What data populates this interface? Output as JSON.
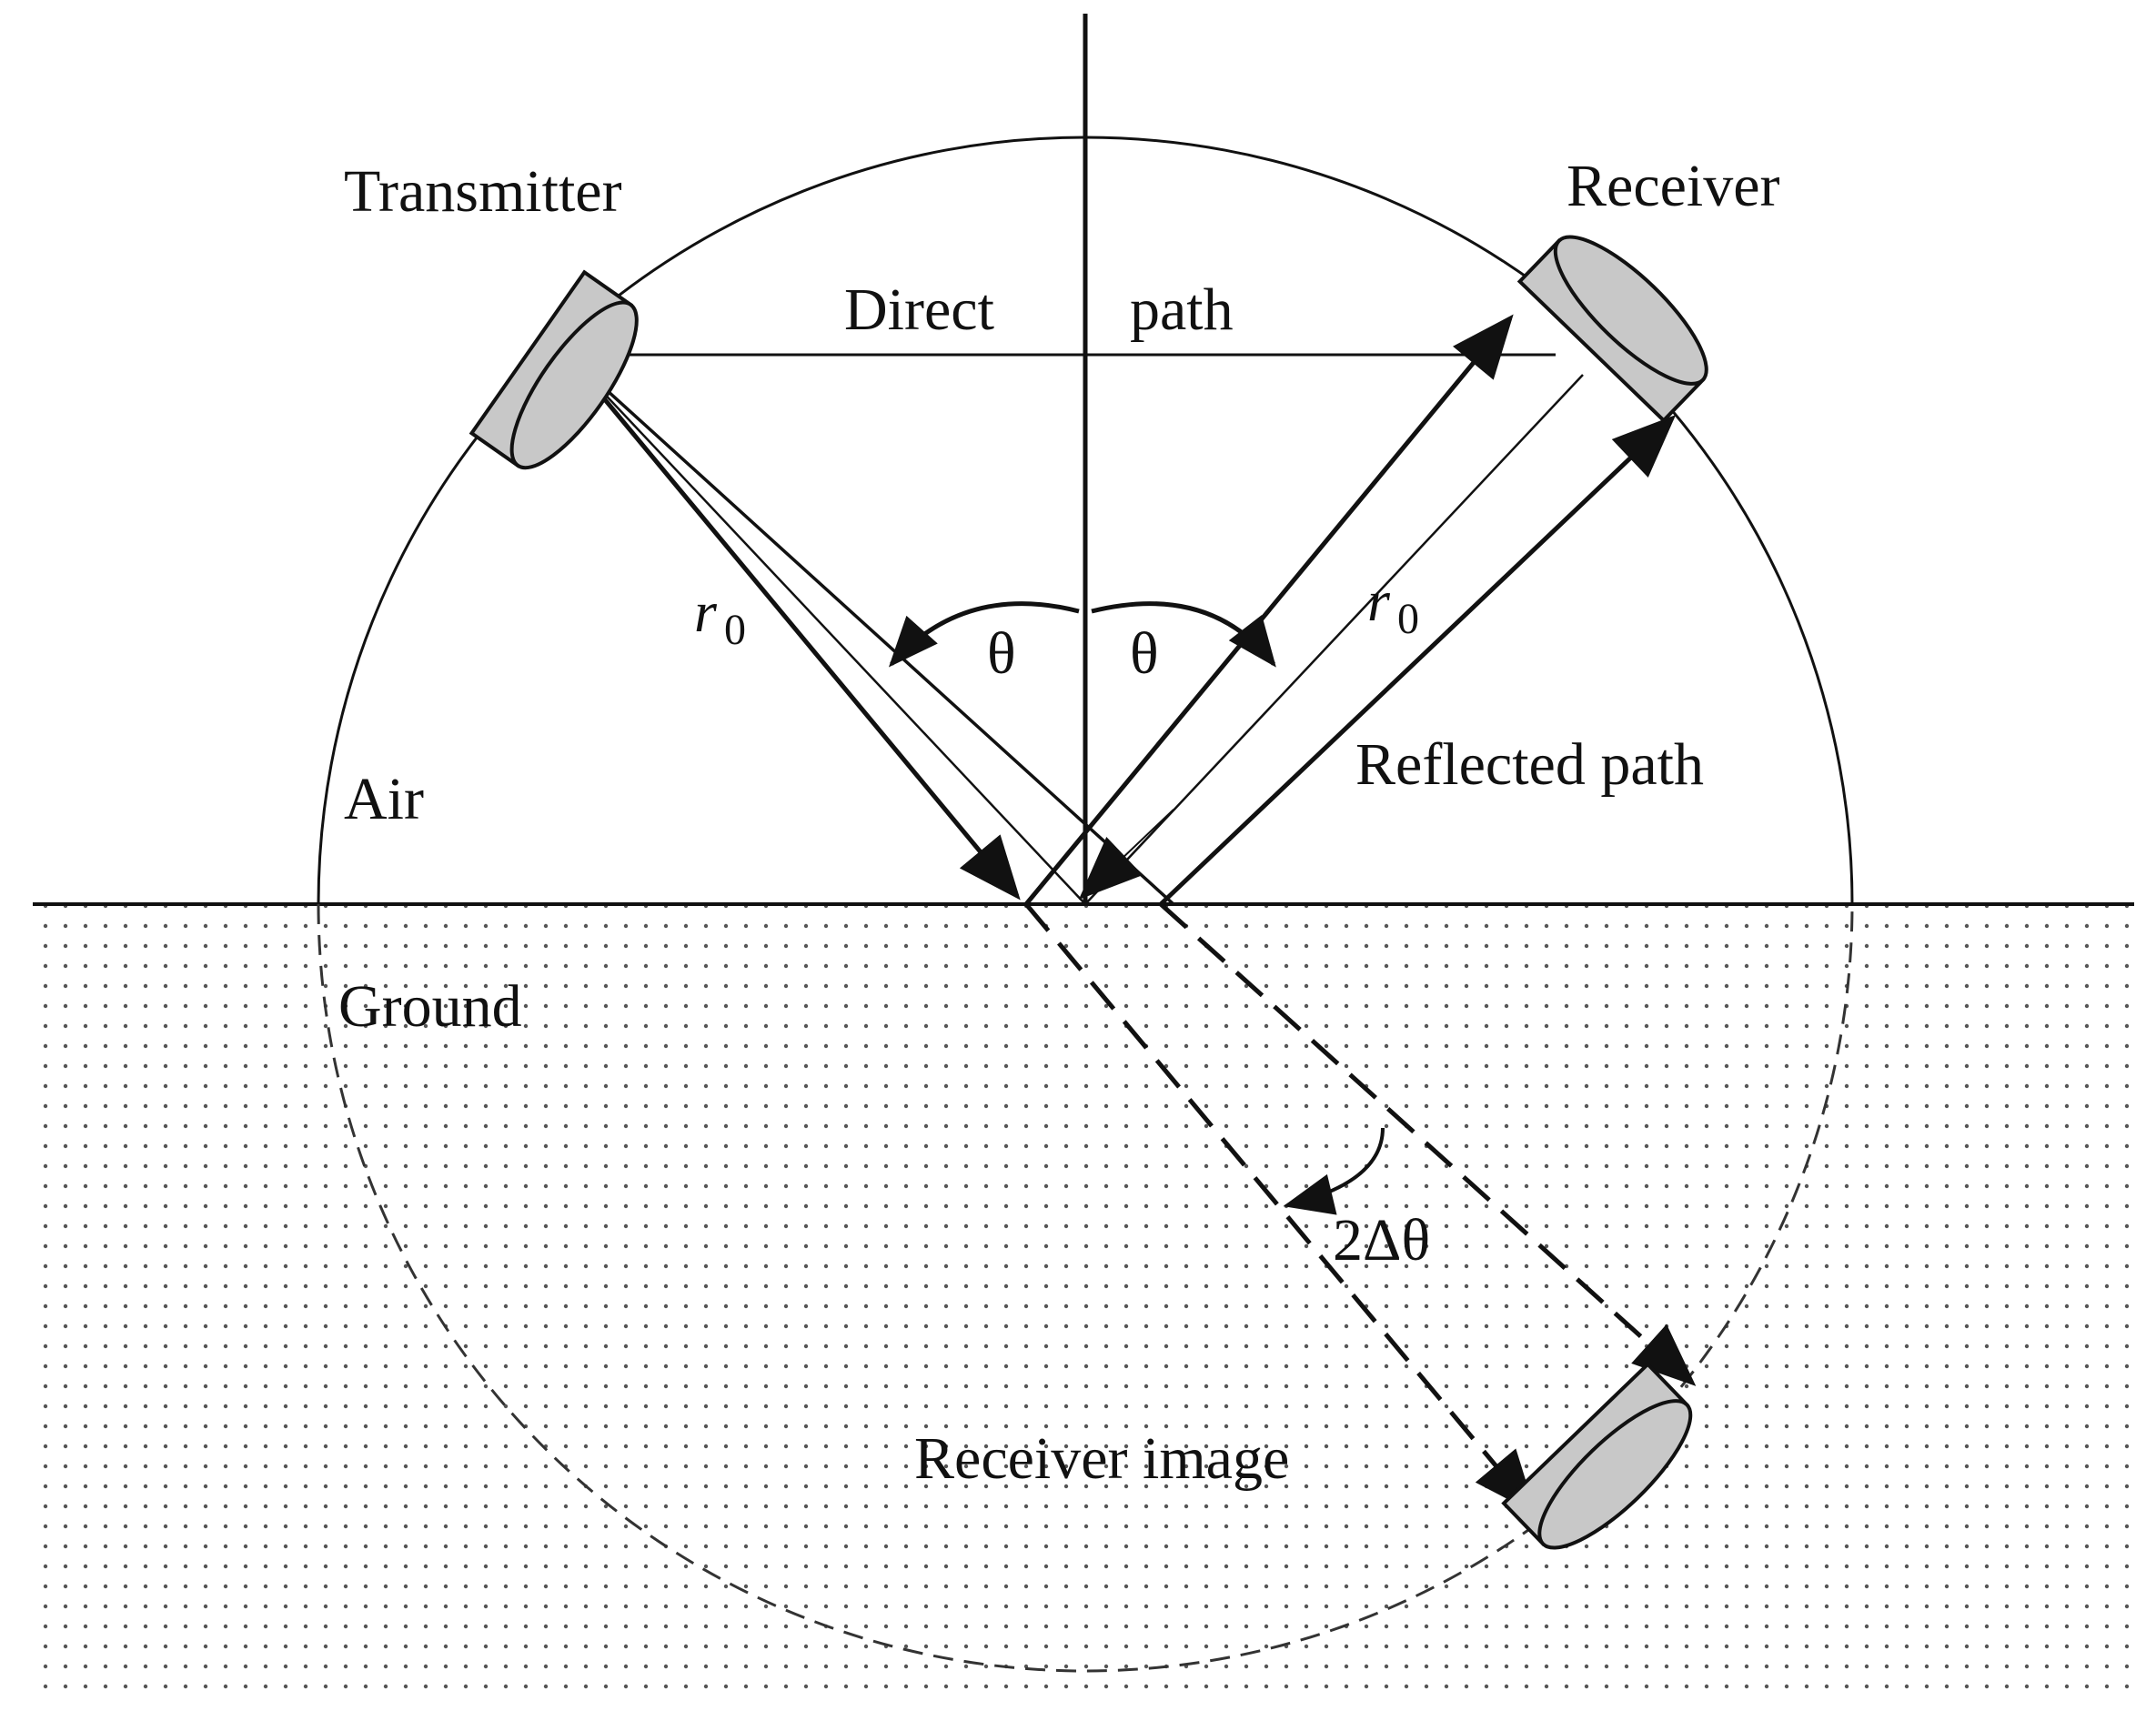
{
  "labels": {
    "transmitter": "Transmitter",
    "receiver": "Receiver",
    "direct": "Direct",
    "path": "path",
    "reflected_path": "Reflected path",
    "air": "Air",
    "ground": "Ground",
    "receiver_image": "Receiver image",
    "theta_left": "θ",
    "theta_right": "θ",
    "r_symbol_left": "r",
    "r_sub_left": "0",
    "r_symbol_right": "r",
    "r_sub_right": "0",
    "two_delta_theta": "2Δθ"
  },
  "colors": {
    "line": "#111111",
    "antenna_fill": "#c8c8c8",
    "ground_dots": "#555555",
    "background": "#ffffff"
  }
}
